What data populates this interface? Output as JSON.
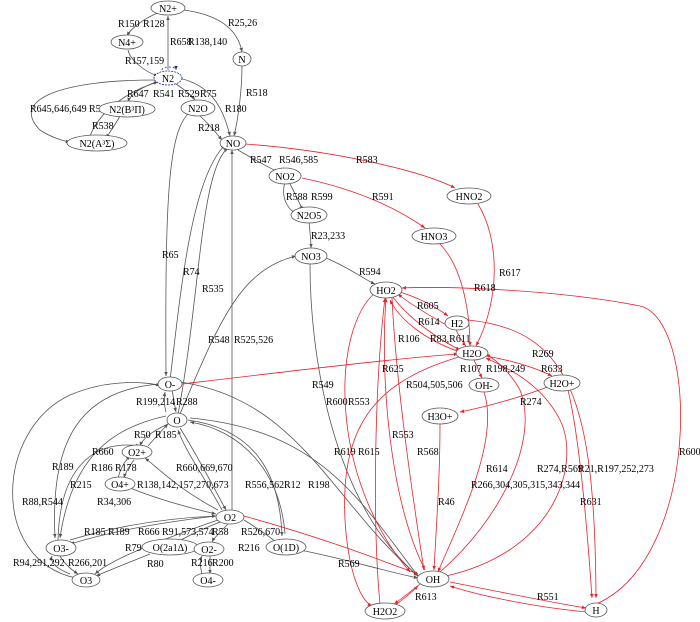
{
  "colors": {
    "black": "#555555",
    "red": "#e8202a",
    "blue": "#2222aa"
  },
  "nodes": {
    "N2p": {
      "label": "N2+"
    },
    "N4p": {
      "label": "N4+"
    },
    "N2": {
      "label": "N2"
    },
    "N": {
      "label": "N"
    },
    "N2B": {
      "label": "N2(B³Π)"
    },
    "N2O": {
      "label": "N2O"
    },
    "N2A": {
      "label": "N2(A³Σ)"
    },
    "NO": {
      "label": "NO"
    },
    "NO2": {
      "label": "NO2"
    },
    "HNO2": {
      "label": "HNO2"
    },
    "N2O5": {
      "label": "N2O5"
    },
    "HNO3": {
      "label": "HNO3"
    },
    "NO3": {
      "label": "NO3"
    },
    "HO2": {
      "label": "HO2"
    },
    "H2": {
      "label": "H2"
    },
    "H2O": {
      "label": "H2O"
    },
    "OHm": {
      "label": "OH-"
    },
    "H2Op": {
      "label": "H2O+"
    },
    "H3Op": {
      "label": "H3O+"
    },
    "Om": {
      "label": "O-"
    },
    "O": {
      "label": "O"
    },
    "O2p": {
      "label": "O2+"
    },
    "O4p": {
      "label": "O4+"
    },
    "O2": {
      "label": "O2"
    },
    "O3m": {
      "label": "O3-"
    },
    "O2a": {
      "label": "O(2a1Δ)"
    },
    "O2m": {
      "label": "O2-"
    },
    "O1D": {
      "label": "O(1D)"
    },
    "O4m": {
      "label": "O4-"
    },
    "O3": {
      "label": "O3"
    },
    "OH": {
      "label": "OH"
    },
    "H2O2": {
      "label": "H2O2"
    },
    "H": {
      "label": "H"
    }
  },
  "reactions": {
    "r1": "R25,26",
    "r2": "R150",
    "r3": "R128",
    "r4": "R658",
    "r5": "R138,140",
    "r6": "R157,159",
    "r7": "R518",
    "r8": "R647",
    "r9": "R541",
    "r10": "R529",
    "r11": "R75",
    "r12": "R180",
    "r13": "R645,646,649",
    "r14": "R532,533",
    "r15": "R538",
    "r16": "R218",
    "r17": "R547",
    "r18": "R546,585",
    "r19": "R583",
    "r20": "R588",
    "r21": "R599",
    "r22": "R591",
    "r23": "R23,233",
    "r24": "R65",
    "r25": "R74",
    "r26": "R617",
    "r27": "R594",
    "r28": "R535",
    "r29": "R618",
    "r30": "R605",
    "r31": "R614",
    "r32": "R106",
    "r33": "R83,R611",
    "r34": "R548",
    "r35": "R525,526",
    "r36": "R269",
    "r37": "R625",
    "r38": "R107",
    "r39": "R198,249",
    "r40": "R633",
    "r41": "R504,505,506",
    "r42": "R549",
    "r43": "R199,214",
    "r44": "R288",
    "r45": "R600",
    "r46": "R553",
    "r47": "R274",
    "r48": "R50",
    "r49": "R185",
    "r50": "R553",
    "r51": "R189",
    "r52": "R660",
    "r53": "R186",
    "r54": "R178",
    "r55": "R619",
    "r56": "R615",
    "r57": "R568",
    "r58": "R614",
    "r59": "R274,R569",
    "r60": "R600",
    "r61": "R660,669,670",
    "r62": "R215",
    "r63": "R21,R197,252,273",
    "r64": "R138,142,157,270,673",
    "r65": "R556,562",
    "r66": "R12",
    "r67": "R198",
    "r68": "R88,R544",
    "r69": "R34,306",
    "r70": "R46",
    "r71": "R266,304,305,315,343,344",
    "r72": "R631",
    "r73": "R185",
    "r74": "R189",
    "r75": "R666",
    "r76": "R91,573,574",
    "r77": "R58",
    "r78": "R526,670",
    "r79": "R79",
    "r80": "R216",
    "r81": "R94,291,292",
    "r82": "R266,201",
    "r83": "R216",
    "r84": "R200",
    "r85": "R80",
    "r86": "R569",
    "r87": "R613",
    "r88": "R551"
  }
}
